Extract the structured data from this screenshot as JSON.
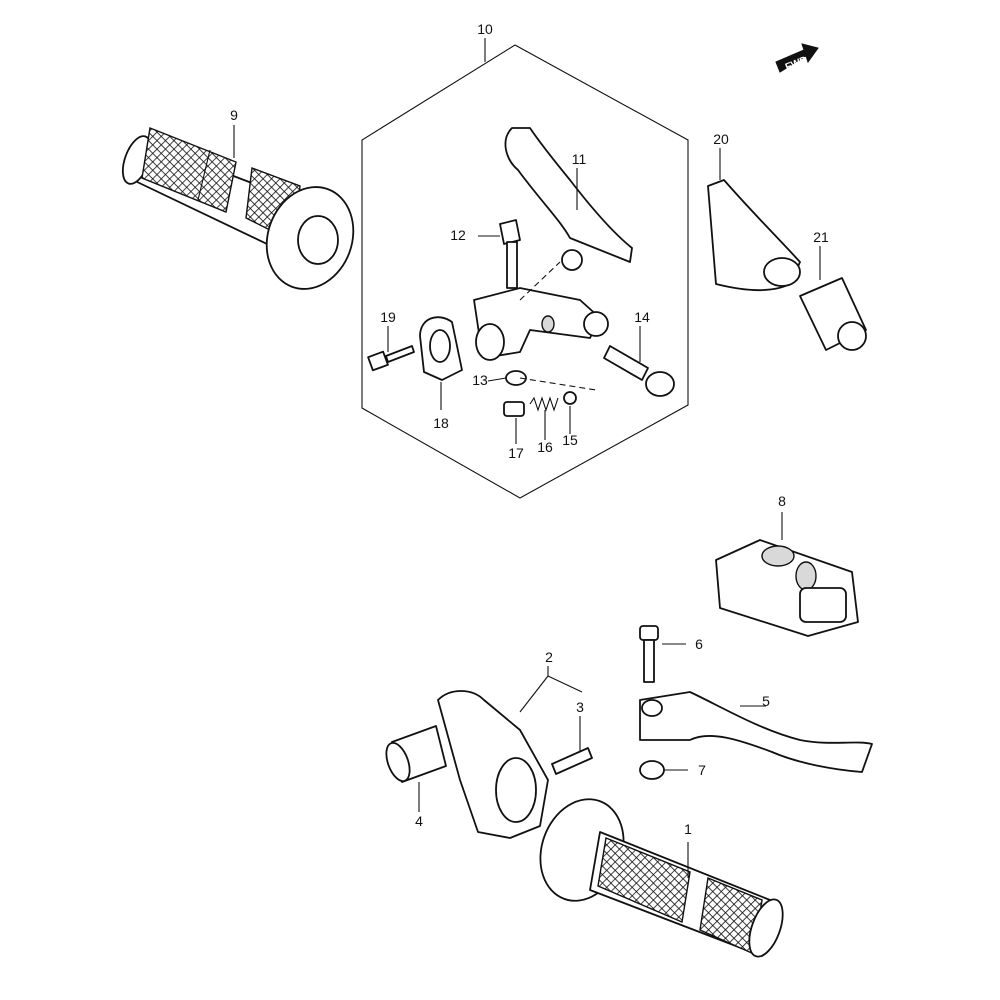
{
  "parts": [
    {
      "number": "1",
      "icon": "right-grip-icon"
    },
    {
      "number": "2",
      "icon": "throttle-housing-icon"
    },
    {
      "number": "3",
      "icon": "screw-icon"
    },
    {
      "number": "4",
      "icon": "throttle-tube-icon"
    },
    {
      "number": "5",
      "icon": "brake-lever-icon"
    },
    {
      "number": "6",
      "icon": "pivot-bolt-icon"
    },
    {
      "number": "7",
      "icon": "nut-icon"
    },
    {
      "number": "8",
      "icon": "throttle-cover-icon"
    },
    {
      "number": "9",
      "icon": "left-grip-icon"
    },
    {
      "number": "10",
      "icon": "clutch-lever-assembly-icon"
    },
    {
      "number": "11",
      "icon": "clutch-lever-icon"
    },
    {
      "number": "12",
      "icon": "pivot-bolt-icon"
    },
    {
      "number": "13",
      "icon": "nut-icon"
    },
    {
      "number": "14",
      "icon": "adjuster-icon"
    },
    {
      "number": "15",
      "icon": "ball-icon"
    },
    {
      "number": "16",
      "icon": "spring-icon"
    },
    {
      "number": "17",
      "icon": "screw-icon"
    },
    {
      "number": "18",
      "icon": "clamp-icon"
    },
    {
      "number": "19",
      "icon": "bolt-icon"
    },
    {
      "number": "20",
      "icon": "lever-cover-icon"
    },
    {
      "number": "21",
      "icon": "cable-adjuster-icon"
    }
  ],
  "fwd_badge": "FWD"
}
